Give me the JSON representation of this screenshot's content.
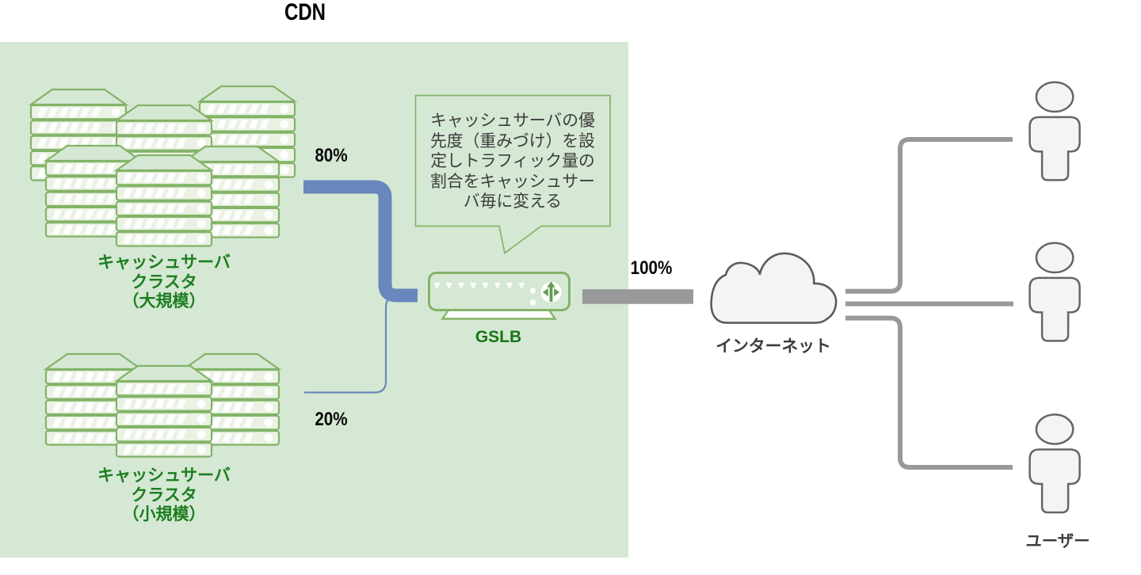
{
  "diagram": {
    "title": "CDN",
    "clusters": {
      "large": {
        "label": "キャッシュサーバ\nクラスタ\n（大規模）",
        "weight": "80%",
        "stack_count": 6
      },
      "small": {
        "label": "キャッシュサーバ\nクラスタ\n（小規模）",
        "weight": "20%",
        "stack_count": 3
      }
    },
    "gslb": {
      "label": "GSLB",
      "callout_text": "キャッシュサーバの優\n先度（重みづけ）を設\n定しトラフィック量の\n割合をキャッシュサー\nバ毎に変える"
    },
    "internet": {
      "label": "インターネット",
      "weight": "100%"
    },
    "users": {
      "label": "ユーザー",
      "count": 3
    }
  },
  "colors": {
    "green-bg": "#d5e8d4",
    "green-stroke": "#82b366",
    "unit-fill": "#eaf2e4",
    "green-text": "#1b7e1f",
    "green-text-dark": "#157517",
    "icon-green": "#5f9e50",
    "blue": "#6a87bd",
    "gray-line": "#999999",
    "dark-text": "#3c3c3c",
    "cloud-fill": "#f4f4f4",
    "cloud-stroke": "#5c5c5c",
    "user-stroke": "#666666"
  }
}
